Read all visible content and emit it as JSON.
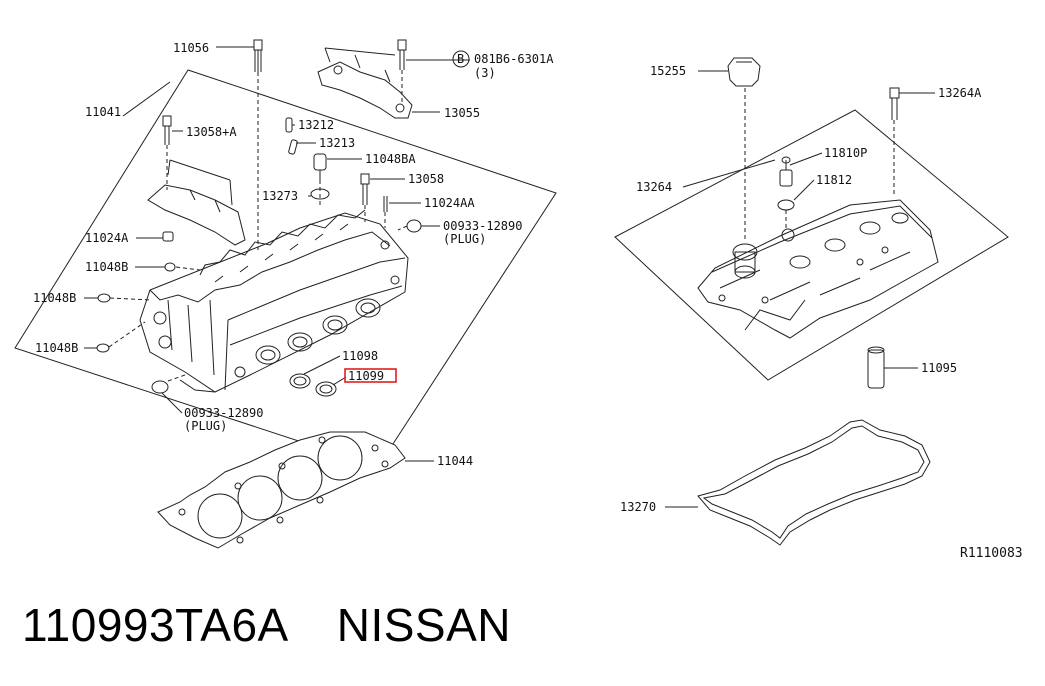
{
  "footer": {
    "part_number": "110993TA6A",
    "brand": "NISSAN"
  },
  "diagram": {
    "reference": "R1110083",
    "highlight_color": "#e02020",
    "callouts": {
      "c11056": "11056",
      "c081b6": "081B6-6301A",
      "c081b6_qty": "(3)",
      "c11041": "11041",
      "c13055": "13055",
      "c13058a": "13058+A",
      "c13212": "13212",
      "c13213": "13213",
      "c11048ba": "11048BA",
      "c13273": "13273",
      "c13058": "13058",
      "c11024aa": "11024AA",
      "c00933a": "00933-12890",
      "c00933a_plug": "(PLUG)",
      "c11024a": "11024A",
      "c11048b_1": "11048B",
      "c11048b_2": "11048B",
      "c11048b_3": "11048B",
      "c11098": "11098",
      "c11099": "11099",
      "c00933b": "00933-12890",
      "c00933b_plug": "(PLUG)",
      "c11044": "11044",
      "c15255": "15255",
      "c13264a": "13264A",
      "c11810p": "11810P",
      "c11812": "11812",
      "c13264": "13264",
      "c11095": "11095",
      "c13270": "13270"
    },
    "bolt_symbol": "B"
  }
}
